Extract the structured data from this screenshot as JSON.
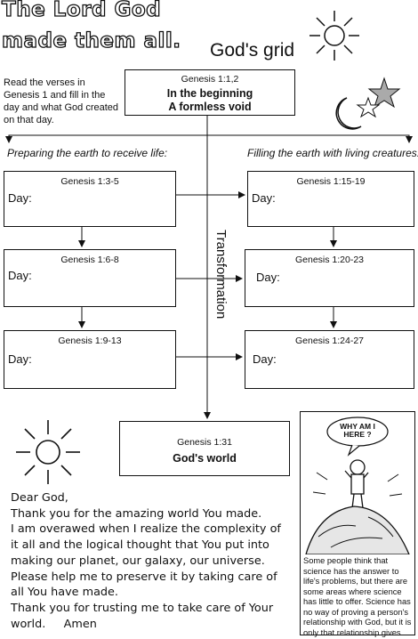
{
  "title": {
    "line1": "The Lord God",
    "line2": "made them all."
  },
  "grid_title": "God's grid",
  "instructions": "Read the verses in Genesis 1 and fill in the day and what God created on that day.",
  "top_box": {
    "ref": "Genesis 1:1,2",
    "line1": "In the beginning",
    "line2": "A formless void"
  },
  "left_heading": "Preparing the earth to receive life:",
  "right_heading": "Filling the earth with living creatures:",
  "vertical_label": "Transformation",
  "day_label": "Day:",
  "left_boxes": [
    {
      "ref": "Genesis 1:3-5"
    },
    {
      "ref": "Genesis 1:6-8"
    },
    {
      "ref": "Genesis 1:9-13"
    }
  ],
  "right_boxes": [
    {
      "ref": "Genesis 1:15-19"
    },
    {
      "ref": "Genesis 1:20-23"
    },
    {
      "ref": "Genesis 1:24-27"
    }
  ],
  "bottom_box": {
    "ref": "Genesis 1:31",
    "title": "God's world"
  },
  "prayer": [
    "Dear God,",
    "Thank you for the amazing world You made.",
    "I am overawed when I realize the complexity of",
    "it all and the logical thought that You put into",
    "making our planet, our galaxy, our universe.",
    "Please help me to preserve it by taking care of",
    "all You have made.",
    "Thank you for trusting me to take care of Your",
    "world.     Amen"
  ],
  "cartoon": {
    "speech": [
      "WHY AM I",
      "HERE ?"
    ],
    "text": "Some people think that science has the answer to life's problems, but there are some areas where science has little to offer. Science has no way of proving a person's relationship with God, but it is only that relationship gives purpose and meaning to life in a way that nothing else can."
  }
}
